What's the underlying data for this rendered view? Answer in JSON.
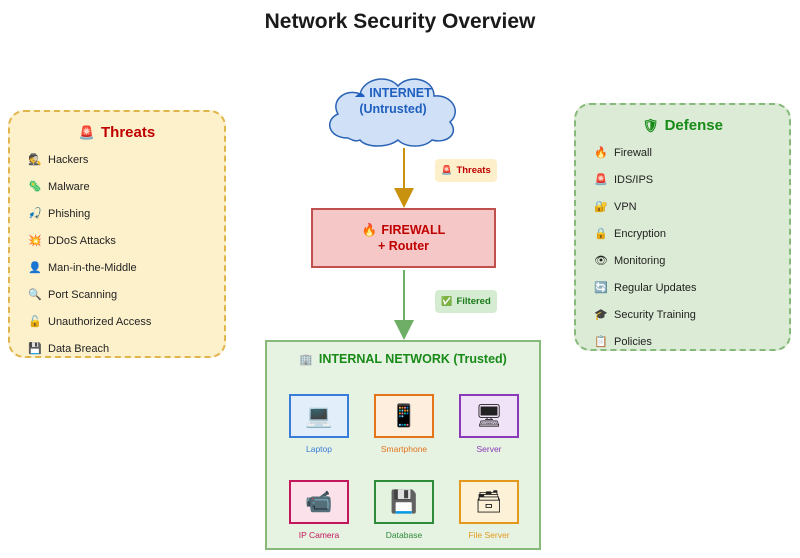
{
  "title": "Network Security Overview",
  "threats": {
    "title": "Threats",
    "title_icon": "🚨",
    "items": [
      {
        "icon": "🕵",
        "label": "Hackers"
      },
      {
        "icon": "🦠",
        "label": "Malware"
      },
      {
        "icon": "🎣",
        "label": "Phishing"
      },
      {
        "icon": "💥",
        "label": "DDoS Attacks"
      },
      {
        "icon": "👤",
        "label": "Man-in-the-Middle"
      },
      {
        "icon": "🔍",
        "label": "Port Scanning"
      },
      {
        "icon": "🔓",
        "label": "Unauthorized Access"
      },
      {
        "icon": "💾",
        "label": "Data Breach"
      }
    ]
  },
  "defense": {
    "title": "Defense",
    "title_icon": "🛡",
    "items": [
      {
        "icon": "🔥",
        "label": "Firewall"
      },
      {
        "icon": "🚨",
        "label": "IDS/IPS"
      },
      {
        "icon": "🔐",
        "label": "VPN"
      },
      {
        "icon": "🔒",
        "label": "Encryption"
      },
      {
        "icon": "👁",
        "label": "Monitoring"
      },
      {
        "icon": "🔄",
        "label": "Regular Updates"
      },
      {
        "icon": "🎓",
        "label": "Security Training"
      },
      {
        "icon": "📋",
        "label": "Policies"
      }
    ]
  },
  "internet": {
    "icon": "☁",
    "line1": "INTERNET",
    "line2": "(Untrusted)"
  },
  "firewall": {
    "icon": "🔥",
    "line1": "FIREWALL",
    "line2": "+ Router"
  },
  "badges": {
    "threats": {
      "icon": "🚨",
      "label": "Threats"
    },
    "filtered": {
      "icon": "✅",
      "label": "Filtered"
    }
  },
  "internal": {
    "icon": "🏢",
    "title": "INTERNAL NETWORK (Trusted)",
    "devices": [
      {
        "icon": "💻",
        "label": "Laptop",
        "color": "#3a7dd8",
        "bg": "#e3eefb"
      },
      {
        "icon": "📱",
        "label": "Smartphone",
        "color": "#e3741c",
        "bg": "#fdeedd"
      },
      {
        "icon": "🖥",
        "label": "Server",
        "color": "#8a3ab9",
        "bg": "#f1e3f7"
      },
      {
        "icon": "📹",
        "label": "IP Camera",
        "color": "#c2185b",
        "bg": "#fbe2ea"
      },
      {
        "icon": "💾",
        "label": "Database",
        "color": "#2e8b3a",
        "bg": "#e3f3e0"
      },
      {
        "icon": "🗃",
        "label": "File Server",
        "color": "#e39a1c",
        "bg": "#fdf2d8"
      }
    ]
  },
  "colors": {
    "threat_arrow": "#c9920e",
    "filtered_arrow": "#6fae67",
    "cloud_fill": "#cfe0f7",
    "cloud_stroke": "#2a62b4"
  }
}
